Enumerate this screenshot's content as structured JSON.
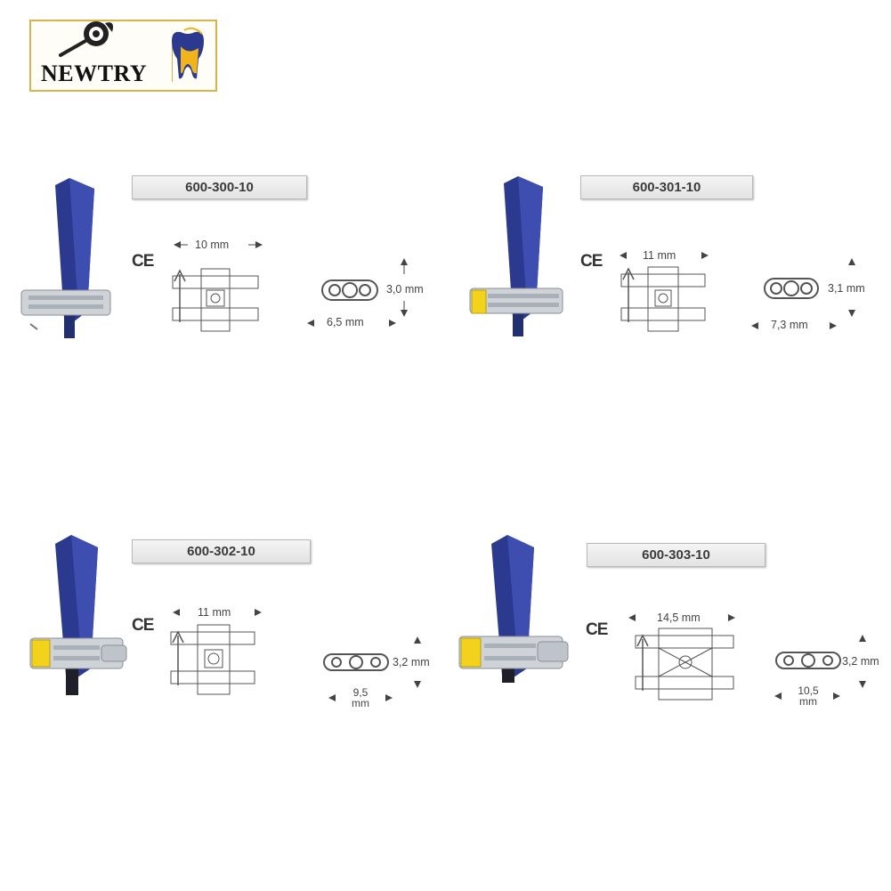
{
  "brand": {
    "name": "NEWTRY"
  },
  "ce_mark": "CE",
  "products": [
    {
      "code": "600-300-10",
      "width": "10 mm",
      "height": "3,0 mm",
      "length": "6,5 mm"
    },
    {
      "code": "600-301-10",
      "width": "11 mm",
      "height": "3,1 mm",
      "length": "7,3 mm"
    },
    {
      "code": "600-302-10",
      "width": "11 mm",
      "height": "3,2 mm",
      "length_value": "9,5",
      "length_unit": "mm"
    },
    {
      "code": "600-303-10",
      "width": "14,5 mm",
      "height": "3,2 mm",
      "length_value": "10,5",
      "length_unit": "mm"
    }
  ],
  "colors": {
    "key_blue": "#2b3a8e",
    "yellow_accent": "#f2d21b",
    "label_bg": "#e8e8e8",
    "logo_border": "#d8b24a"
  }
}
